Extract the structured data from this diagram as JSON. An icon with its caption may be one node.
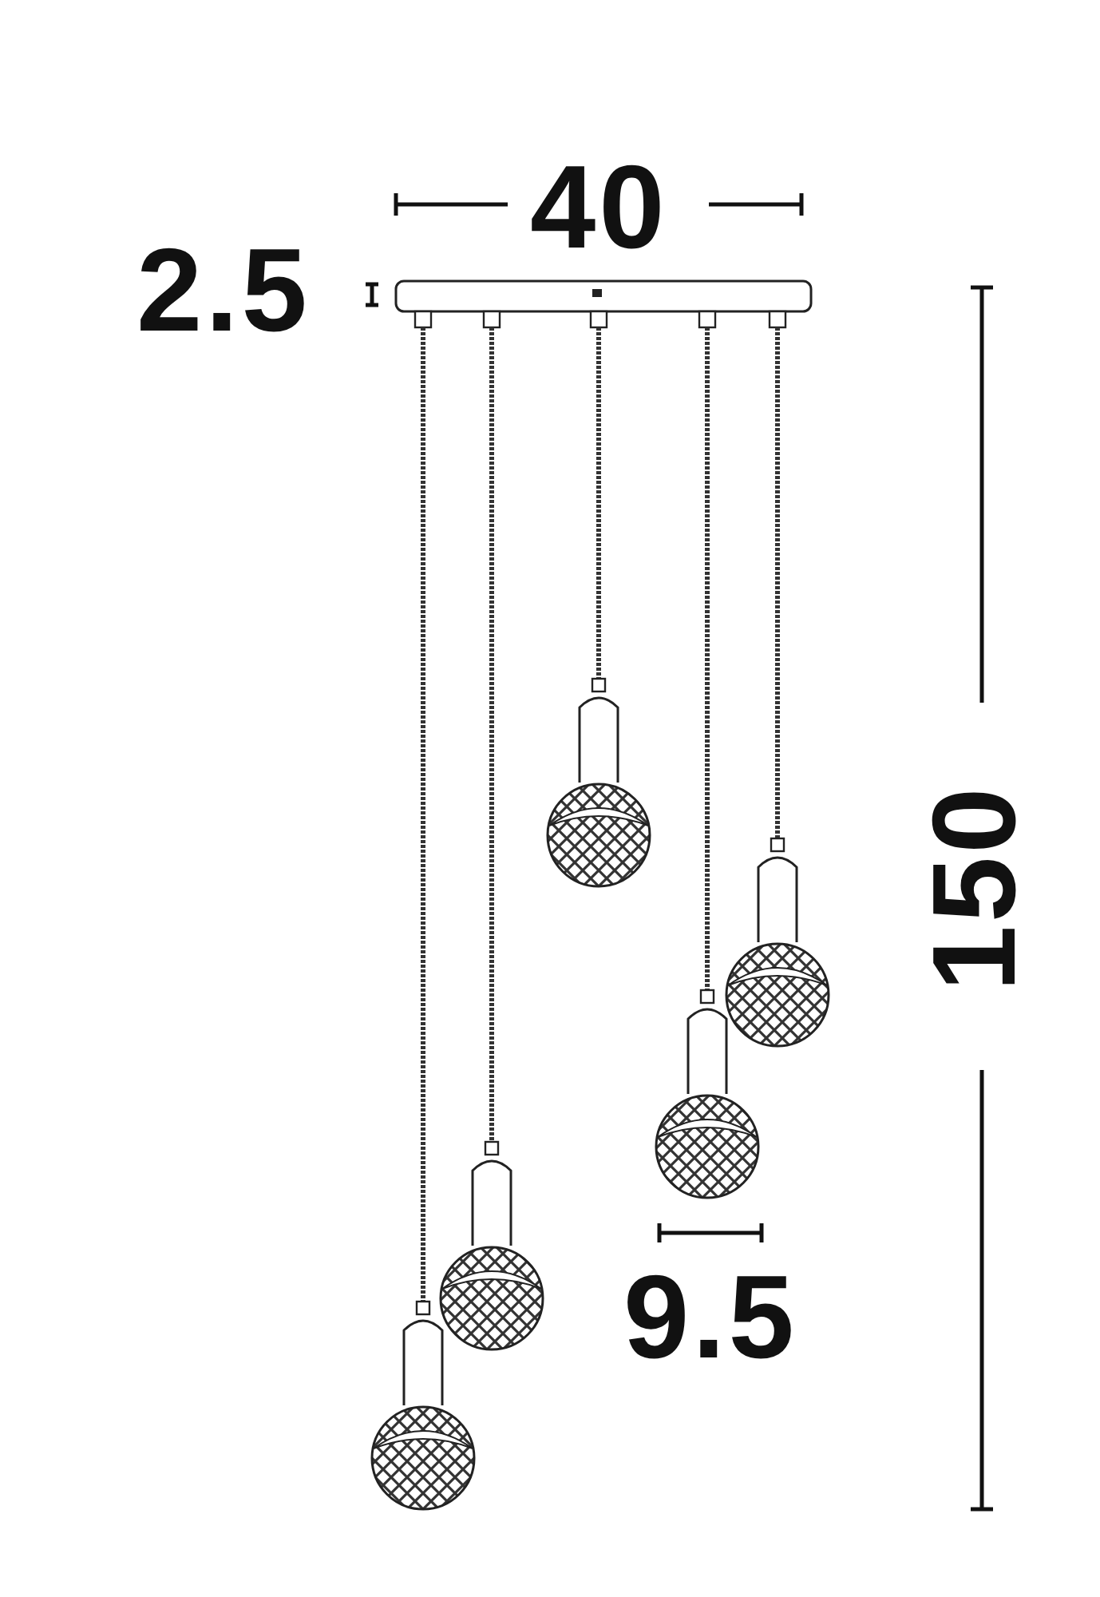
{
  "diagram": {
    "labels": [
      "40",
      "2.5",
      "150",
      "9.5"
    ]
  }
}
